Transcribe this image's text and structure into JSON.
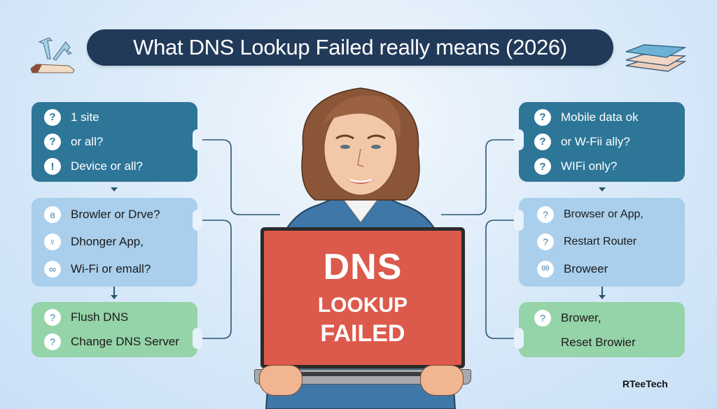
{
  "title": "What DNS Lookup Failed really means (2026)",
  "left_column": {
    "boxes": [
      {
        "style": "dark",
        "items": [
          {
            "icon": "question-icon",
            "glyph": "?",
            "label": "1 site"
          },
          {
            "icon": "question-icon",
            "glyph": "?",
            "label": "or all?"
          },
          {
            "icon": "exclamation-icon",
            "glyph": "!",
            "label": "Device or all?"
          }
        ]
      },
      {
        "style": "light",
        "items": [
          {
            "icon": "browser-icon",
            "glyph": "ɞ",
            "label": "Browler or Drve?"
          },
          {
            "icon": "pin-icon",
            "glyph": "♀",
            "label": "Dhonger App,"
          },
          {
            "icon": "infinity-icon",
            "glyph": "∞",
            "label": "Wi-Fi or emall?"
          }
        ]
      },
      {
        "style": "green",
        "items": [
          {
            "icon": "question-icon",
            "glyph": "?",
            "label": "Flush DNS"
          },
          {
            "icon": "question-icon",
            "glyph": "?",
            "label": "Change DNS Server"
          }
        ]
      }
    ]
  },
  "right_column": {
    "boxes": [
      {
        "style": "dark",
        "items": [
          {
            "icon": "question-icon",
            "glyph": "?",
            "label": "Mobile data  ok"
          },
          {
            "icon": "question-icon",
            "glyph": "?",
            "label": "or W-Fii ally?"
          },
          {
            "icon": "question-icon",
            "glyph": "?",
            "label": "WIFi only?"
          }
        ]
      },
      {
        "style": "light",
        "items": [
          {
            "icon": "question-icon",
            "glyph": "?",
            "label": "Browser or App,"
          },
          {
            "icon": "question-icon",
            "glyph": "?",
            "label": "Restart Router"
          },
          {
            "icon": "link-icon",
            "glyph": "θθ",
            "label": "Broweer"
          }
        ]
      },
      {
        "style": "green",
        "items": [
          {
            "icon": "question-icon",
            "glyph": "?",
            "label": "Brower,"
          },
          {
            "icon": "",
            "glyph": "",
            "label": "Reset Browier"
          }
        ]
      }
    ]
  },
  "laptop_screen": {
    "line1": "DNS",
    "line2": "LOOKUP",
    "line3": "FAILED",
    "color": "#dc5a4c"
  },
  "brand": "RTeeTech",
  "colors": {
    "title_bg": "#223a59",
    "dark_box": "#2d7698",
    "light_box": "#a9cfec",
    "green_box": "#95d3a8",
    "connector": "#2a5675"
  }
}
